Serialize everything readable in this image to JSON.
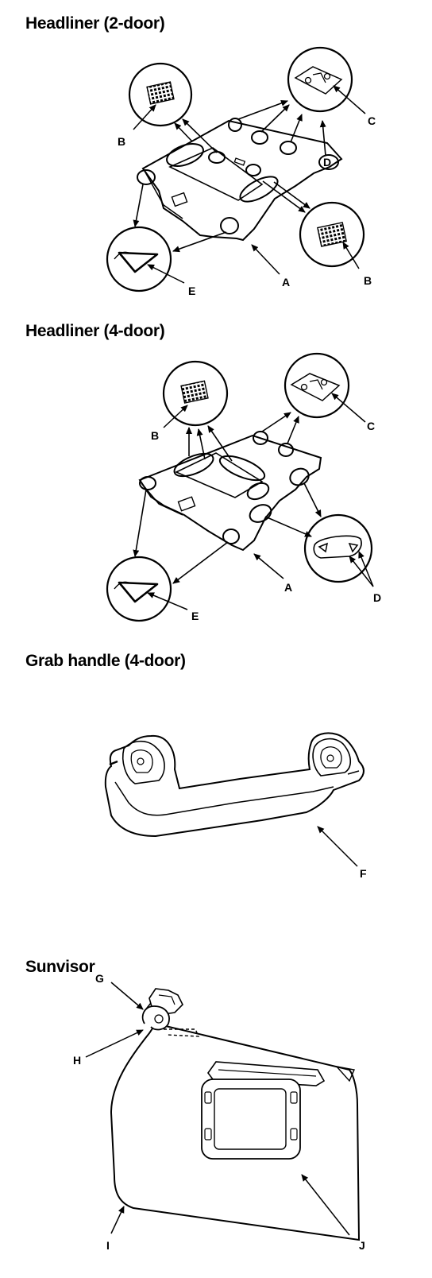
{
  "sections": [
    {
      "title": "Headliner (2-door)"
    },
    {
      "title": "Headliner (4-door)"
    },
    {
      "title": "Grab handle (4-door)"
    },
    {
      "title": "Sunvisor"
    }
  ],
  "callouts": {
    "headliner_2door": {
      "a": "A",
      "b1": "B",
      "b2": "B",
      "c": "C",
      "d": "D",
      "e": "E"
    },
    "headliner_4door": {
      "a": "A",
      "b": "B",
      "c": "C",
      "d": "D",
      "e": "E"
    },
    "grab_handle": {
      "f": "F"
    },
    "sunvisor": {
      "g": "G",
      "h": "H",
      "i": "I",
      "j": "J"
    }
  }
}
